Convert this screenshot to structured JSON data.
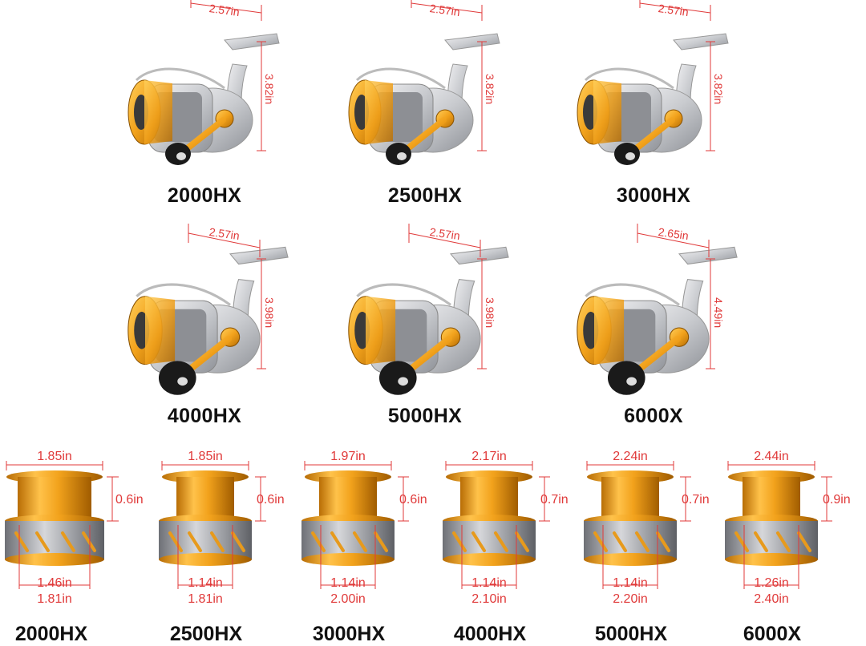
{
  "reels": [
    {
      "model": "2000HX",
      "width": "2.57in",
      "height": "3.82in"
    },
    {
      "model": "2500HX",
      "width": "2.57in",
      "height": "3.82in"
    },
    {
      "model": "3000HX",
      "width": "2.57in",
      "height": "3.82in"
    },
    {
      "model": "4000HX",
      "width": "2.57in",
      "height": "3.98in"
    },
    {
      "model": "5000HX",
      "width": "2.57in",
      "height": "3.98in"
    },
    {
      "model": "6000X",
      "width": "2.65in",
      "height": "4.49in"
    }
  ],
  "spools": [
    {
      "model": "2000HX",
      "top_diameter": "1.85in",
      "depth": "0.6in",
      "inner_diameter": "1.46in",
      "bottom_diameter": "1.81in"
    },
    {
      "model": "2500HX",
      "top_diameter": "1.85in",
      "depth": "0.6in",
      "inner_diameter": "1.14in",
      "bottom_diameter": "1.81in"
    },
    {
      "model": "3000HX",
      "top_diameter": "1.97in",
      "depth": "0.6in",
      "inner_diameter": "1.14in",
      "bottom_diameter": "2.00in"
    },
    {
      "model": "4000HX",
      "top_diameter": "2.17in",
      "depth": "0.7in",
      "inner_diameter": "1.14in",
      "bottom_diameter": "2.10in"
    },
    {
      "model": "5000HX",
      "top_diameter": "2.24in",
      "depth": "0.7in",
      "inner_diameter": "1.14in",
      "bottom_diameter": "2.20in"
    },
    {
      "model": "6000X",
      "top_diameter": "2.44in",
      "depth": "0.9in",
      "inner_diameter": "1.26in",
      "bottom_diameter": "2.40in"
    }
  ],
  "colors": {
    "dimension": "#e03a3a",
    "spool_gold": "#f2a21c",
    "body_silver": "#c9cbcf",
    "knob": "#1a1a1a"
  }
}
